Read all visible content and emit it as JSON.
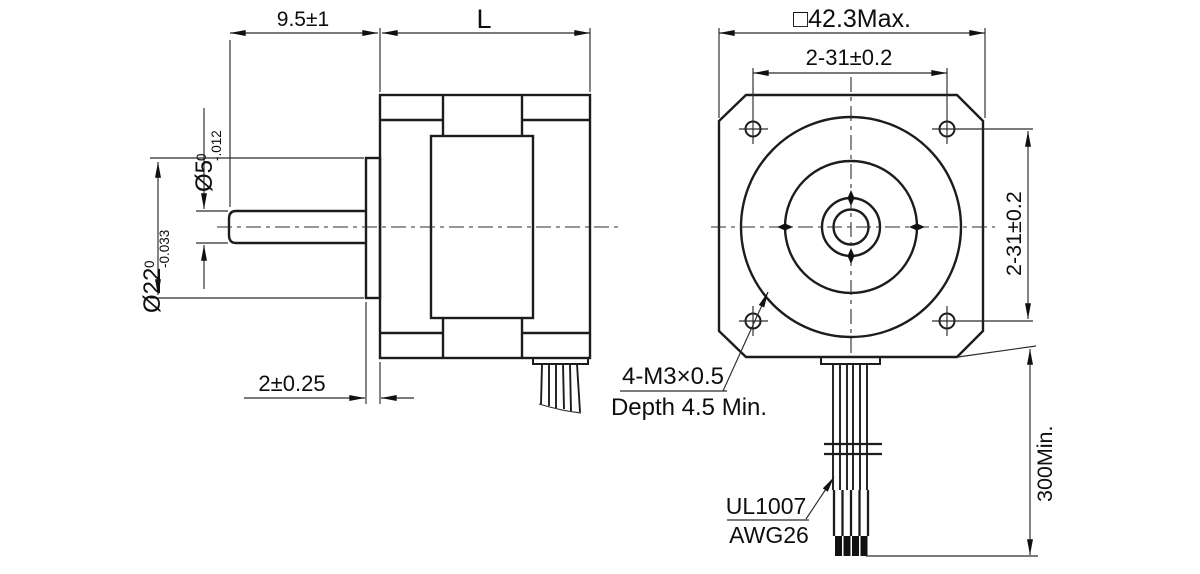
{
  "drawing": {
    "title_hint": "stepper-motor-dimension-drawing",
    "colors": {
      "line": "#1c1c1c",
      "background": "#ffffff"
    },
    "side_view": {
      "shaft_length": "9.5±1",
      "body_length": "L",
      "shaft_dia_base": "Ø5",
      "shaft_dia_tol_upper": "0",
      "shaft_dia_tol_lower": "-.012",
      "pilot_dia_base": "Ø22",
      "pilot_dia_tol_upper": "0",
      "pilot_dia_tol_lower": "-0.033",
      "pilot_depth": "2±0.25"
    },
    "front_view": {
      "body_width_max": "□42.3Max.",
      "hole_spacing_horizontal": "2-31±0.2",
      "hole_spacing_vertical": "2-31±0.2",
      "mounting_hole_note_line1": "4-M3×0.5",
      "mounting_hole_note_line2": "Depth 4.5 Min.",
      "leadwire_note_line1": "UL1007",
      "leadwire_note_line2": "AWG26",
      "leadwire_length": "300Min."
    }
  }
}
